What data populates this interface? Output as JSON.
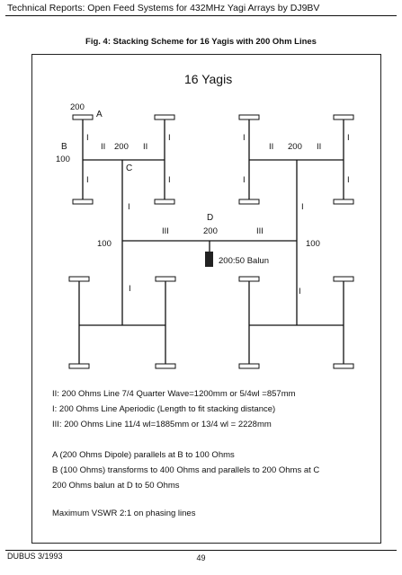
{
  "header": "Technical Reports: Open Feed Systems for 432MHz Yagi Arrays by DJ9BV",
  "figure_caption": "Fig. 4: Stacking Scheme for 16 Yagis with 200 Ohm Lines",
  "diagram": {
    "title": "16 Yagis",
    "label_200_a": "200",
    "label_A": "A",
    "label_B": "B",
    "label_100_b": "100",
    "label_C": "C",
    "label_D": "D",
    "label_200_d": "200",
    "label_100_left": "100",
    "label_100_right": "100",
    "label_200_tl": "200",
    "label_200_tr": "200",
    "label_I": "I",
    "label_II": "II",
    "label_III": "III",
    "balun_label": "200:50 Balun"
  },
  "legend": [
    "II: 200 Ohms Line 7/4 Quarter Wave=1200mm or 5/4wl =857mm",
    "I: 200 Ohms Line Aperiodic (Length to fit stacking distance)",
    "III: 200 Ohms Line  11/4 wl=1885mm or 13/4 wl = 2228mm",
    "A (200 Ohms Dipole) parallels at B to 100 Ohms",
    "B (100 Ohms) transforms to 400 Ohms and parallels to 200 Ohms at C",
    "200 Ohms balun at D to 50 Ohms",
    "Maximum VSWR 2:1 on phasing lines"
  ],
  "footer": {
    "left": "DUBUS 3/1993",
    "page": "49"
  }
}
